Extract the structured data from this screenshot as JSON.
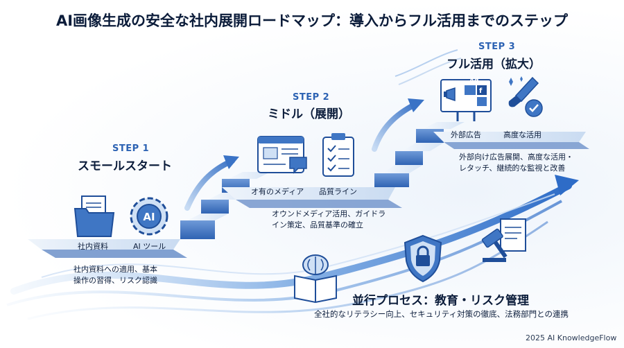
{
  "title": "AI画像生成の安全な社内展開ロードマップ：導入からフル活用までのステップ",
  "steps": [
    {
      "label": "STEP 1",
      "name": "スモールスタート",
      "items": [
        {
          "label": "社内資料",
          "icon": "folder-icon"
        },
        {
          "label": "AI ツール",
          "icon": "ai-gear-icon"
        }
      ],
      "description": [
        "社内資料への適用、基本",
        "操作の習得、リスク認識"
      ]
    },
    {
      "label": "STEP 2",
      "name": "ミドル（展開）",
      "items": [
        {
          "label": "オ有のメディア",
          "icon": "media-window-icon"
        },
        {
          "label": "品質ライン",
          "icon": "checklist-clipboard-icon"
        }
      ],
      "description": [
        "オウンドメディア活用、ガイドラ",
        "イン策定、品質基準の確立"
      ]
    },
    {
      "label": "STEP 3",
      "name": "フル活用（拡大）",
      "items": [
        {
          "label": "外部広告",
          "icon": "billboard-icon",
          "badges": [
            "Ad",
            "f"
          ]
        },
        {
          "label": "高度な活用",
          "icon": "brush-check-icon"
        }
      ],
      "description": [
        "外部向け広告展開、高度な活用・",
        "レタッチ、継続的な監視と改善"
      ]
    }
  ],
  "parallel": {
    "title": "並行プロセス：教育・リスク管理",
    "description": "全社的なリテラシー向上、セキュリティ対策の徹底、法務部門との連携",
    "icons": [
      "brain-book-icon",
      "shield-lock-icon",
      "gavel-document-icon"
    ]
  },
  "footer": "2025 AI KnowledgeFlow",
  "colors": {
    "title": "#0b1c3a",
    "step_label": "#2c62b3",
    "stair_light": "#dbe7f6",
    "stair_dark": "#3f76c4",
    "icon_stroke": "#1f4e99",
    "icon_fill": "#cfe0f5"
  }
}
